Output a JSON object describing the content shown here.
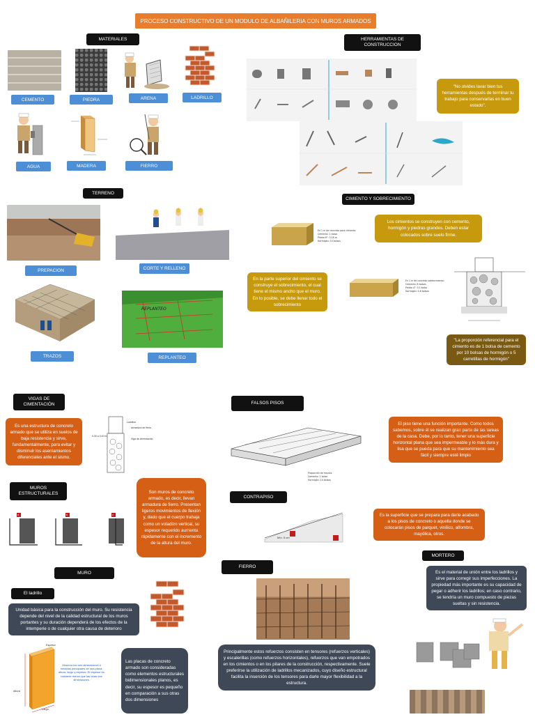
{
  "title": "PROCESO CONSTRUCTIVO DE UN MODULO DE ALBAÑILERIA CON MUROS ARMADOS",
  "materiales": {
    "header": "MATERIALES",
    "items": [
      "CEMENTO",
      "PIEDRA",
      "ARENA",
      "LADRILLO",
      "AGUA",
      "MADERA",
      "FIERRO"
    ]
  },
  "herramientas": {
    "header": "HERRAMIENTAS DE CONSTRUCCION",
    "quote": "\"No olvides lavar bien tus herramientas después de terminar tu trabajo para conservarlas en buen estado\"."
  },
  "terreno": {
    "header": "TERRENO",
    "items": [
      "PREPACION",
      "CORTE Y RELLENO",
      "TRAZOS",
      "REPLANTEO"
    ],
    "replanteo_caption": "REPLANTEO"
  },
  "cimiento": {
    "header": "CIMIENTO Y SOBRECIMIENTO",
    "text1": "Los cimientos se construyen con cemento, hormigón y piedras grandes. Deben estar colocados sobre suelo firme.",
    "text2": "En la parte superior del cimiento se construye el sobrecimiento, el cual tiene el mismo ancho que el muro. En lo posible, se debe llenar todo el sobrecimiento",
    "text3": "\"La proporción referencial para el cimiento es de 1 bolsa de cemento por 10 bolsas de hormigón o 5 carretillas de hormigón\""
  },
  "vigas": {
    "header": "VIGAS DE CIMENTACIÓN",
    "text": "Es una estructura de concreto armado que se utiliza en suelos de baja resistencia y sirve, fundamentalmente, para evitar y disminuir los asentamientos diferenciales ante el sismo.",
    "labels": [
      "Ladrillos",
      "Armadura de fierro",
      "Viga de cimentación",
      "0.30 a 0.40 m"
    ]
  },
  "falsos": {
    "header": "FALSOS PISOS",
    "text": "El piso tiene una función importante. Como todos sabemos, sobre él se realizan gran parte de las tareas de la casa. Debe, por lo tanto, tener una superficie horizontal plana que sea impermeable y lo más dura y lisa que se pueda para que su mantenimiento sea fácil y siempre esté limpio"
  },
  "muros_estructurales": {
    "header": "MUROS ESTRUCTURALES",
    "text": "Son muros de concreto armado, es decir, llevan armadura de fierro. Presentan ligeros movimientos de flexión y, dado que el cuerpo trabaja como un voladizo vertical, su espesor requerido aumenta rápidamente con el incremento de la altura del muro.",
    "tags": [
      "a",
      "b",
      "c"
    ]
  },
  "contrapiso": {
    "header": "CONTRAPISO",
    "text": "Es la superficie que se prepara para darle acabado a los pisos de concreto o aquella donde se colocarán pisos de parquet, vinílico, alfombra, mayólica, otros.",
    "dim": "Mín. 5 cm"
  },
  "mortero": {
    "header": "MORTERO",
    "text": "Es el material de unión entre los ladrillos y sirve para corregir sus imperfecciones. La propiedad más importante es su capacidad de pegar o adherir los ladrillos; en caso contrario, se tendría un muro compuesto de piezas sueltas y sin resistencia."
  },
  "muro": {
    "header": "MURO",
    "subheader": "El ladrillo",
    "text": "Unidad básica para la construcción del muro. Su resistencia depende del nivel de la calidad estructural de los muros portantes y su duración dependerá de los efectos de la intemperie o de cualquier otra causa de deterioro",
    "diagram_note": "Observa los tres dimensiones o medidas principales de una placa: altura, largo y espesor. El espesor es bastante menor que las otras dos dimensiones.",
    "labels": [
      "Espesor",
      "Altura",
      "Largo"
    ],
    "placas": "Las placas de concreto armado son consideradas como elementos estructurales bidimensionales planos, es decir, su espesor es pequeño en comparación a sus otras dos dimensiones"
  },
  "fierro": {
    "header": "FIERRO",
    "text": "Principalmente estos refuerzos consisten en tensores (refuerzos verticales) y escalerillas (como refuerzos horizontales), refuerzos que van empotrados en los cimientos o en los pilares de la construcción, respectivamente. Suele preferirse la utilización de ladrillos mecanizados, cuyo diseño estructural facilita la inserción de los tensores para darle mayor flexibilidad a la estructura."
  }
}
